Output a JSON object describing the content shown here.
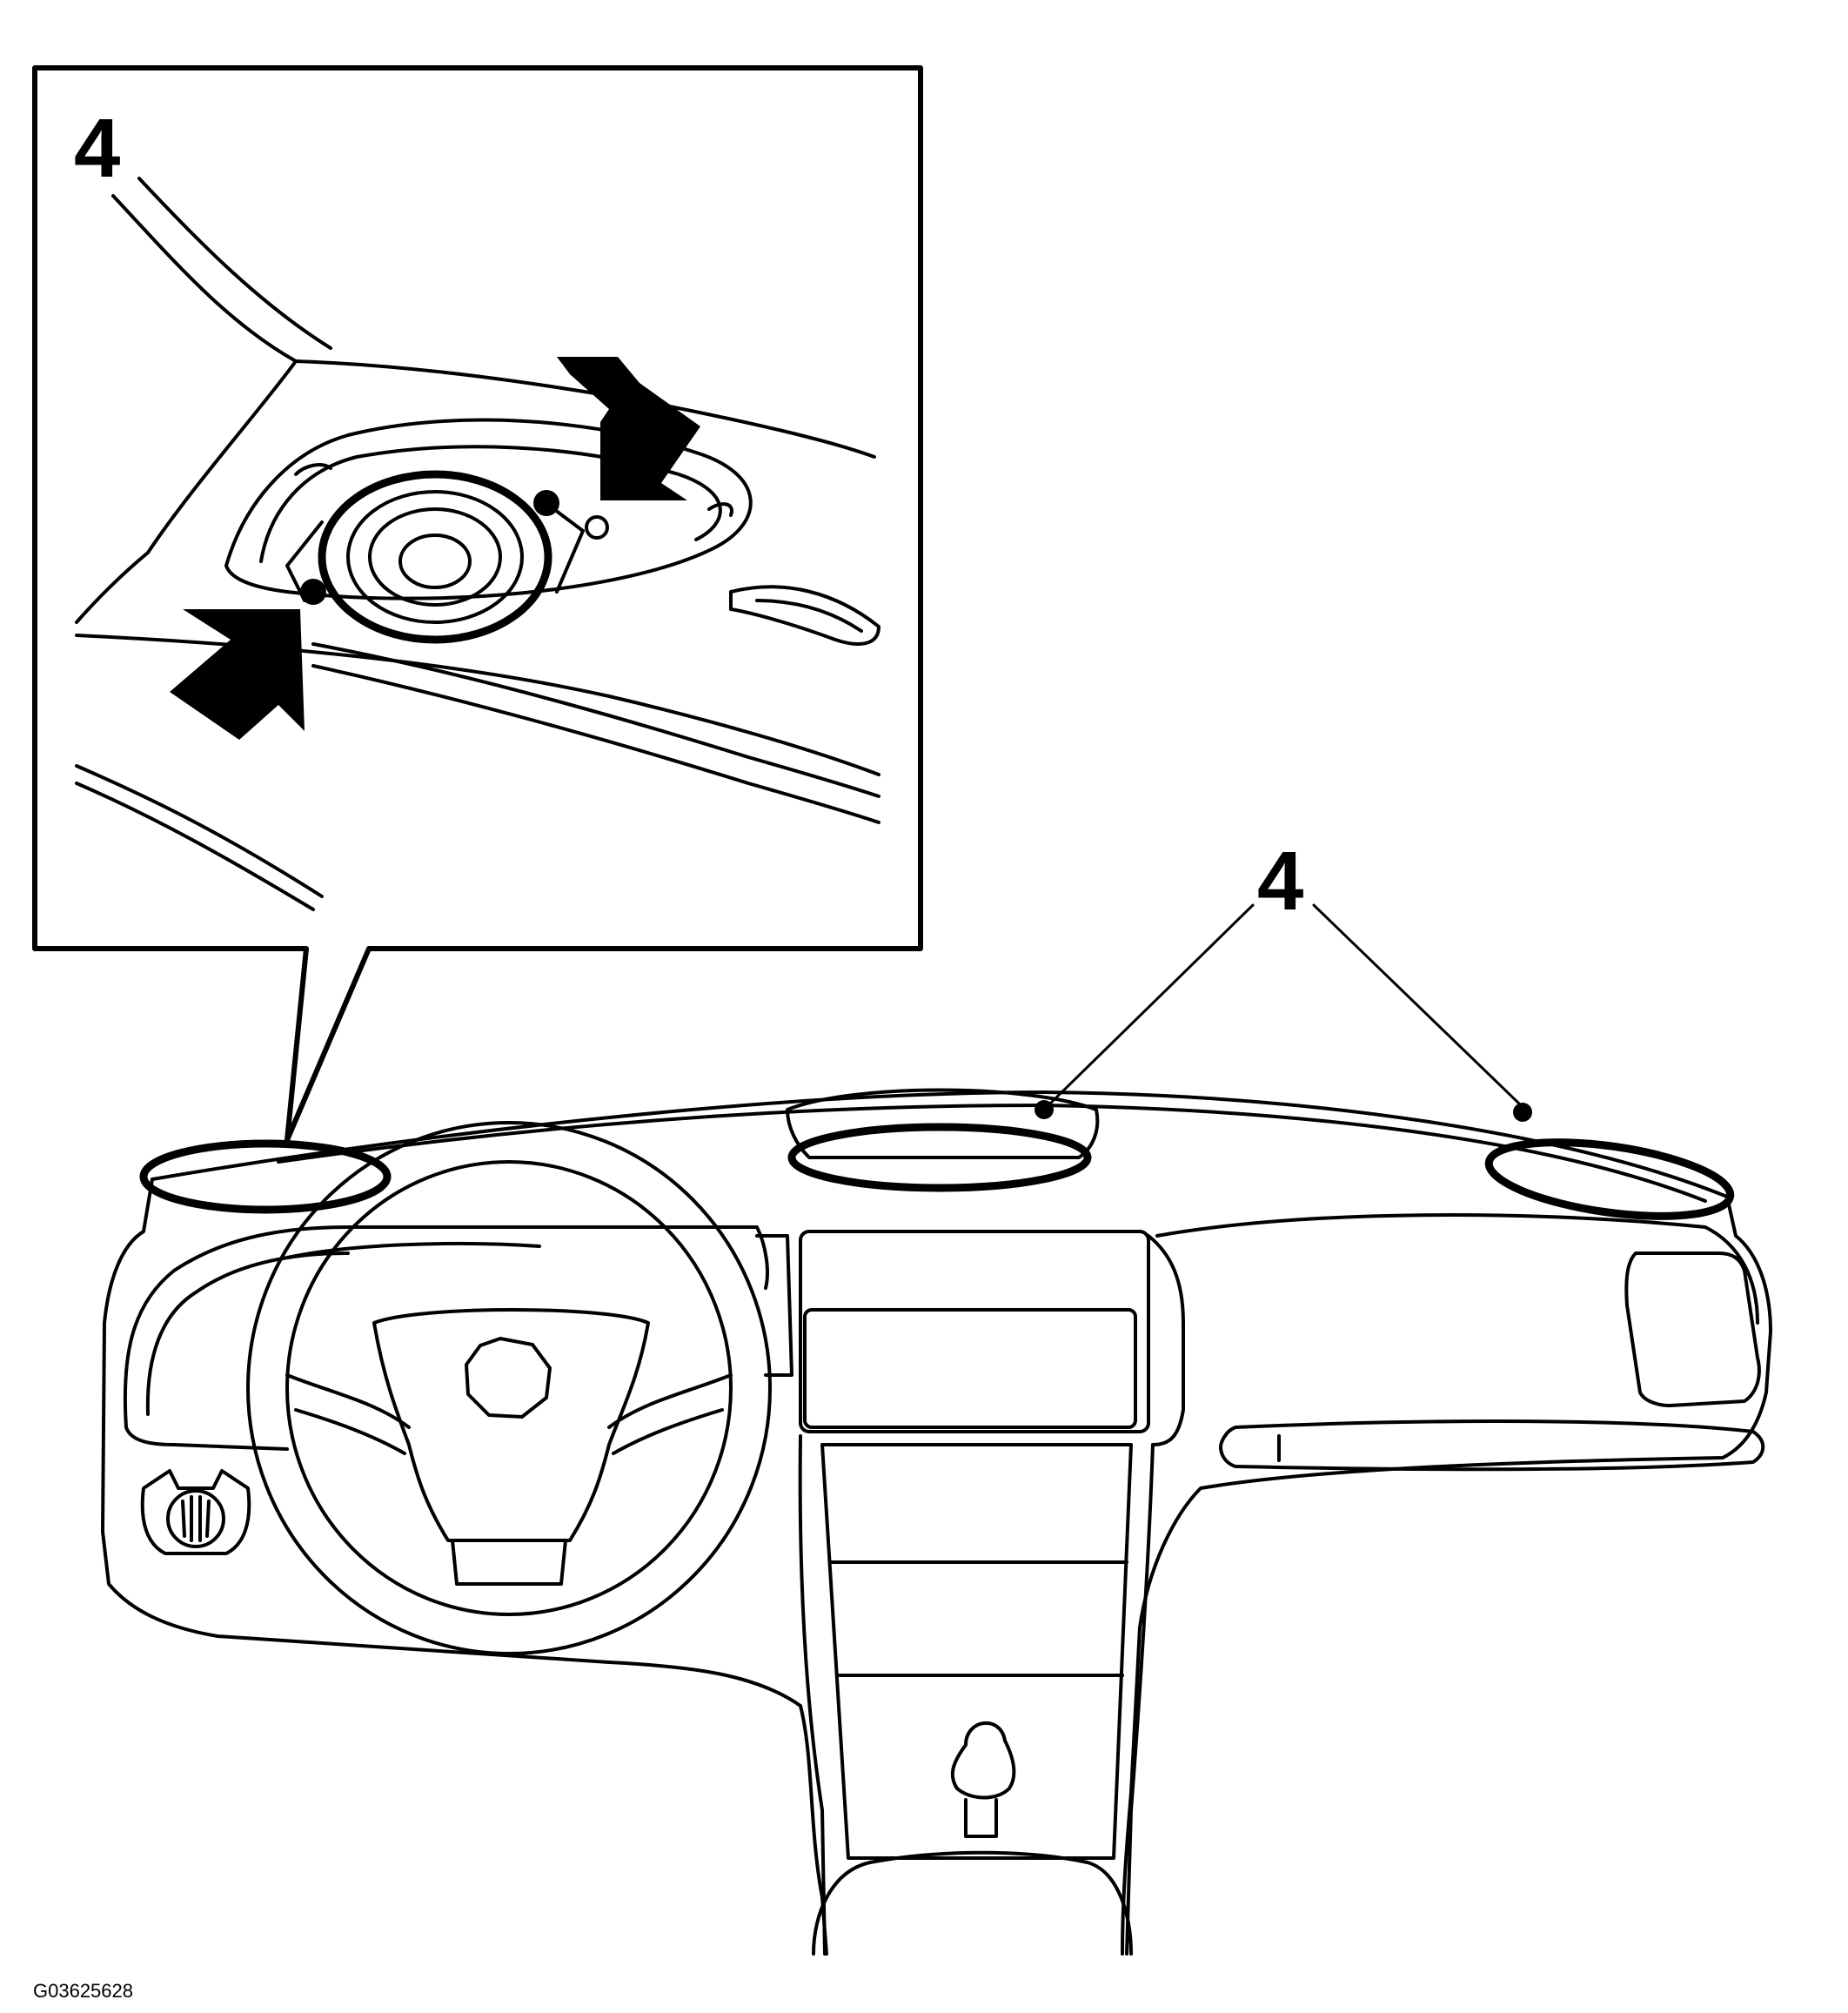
{
  "inset": {
    "callout_label": "4"
  },
  "main_view": {
    "callout_label": "4"
  },
  "figure_id": "G03625628",
  "colors": {
    "ink": "#000000",
    "background": "#ffffff"
  },
  "icons": {
    "inset_arrows": "arrow-icon",
    "callout_dots": "dot-icon"
  }
}
